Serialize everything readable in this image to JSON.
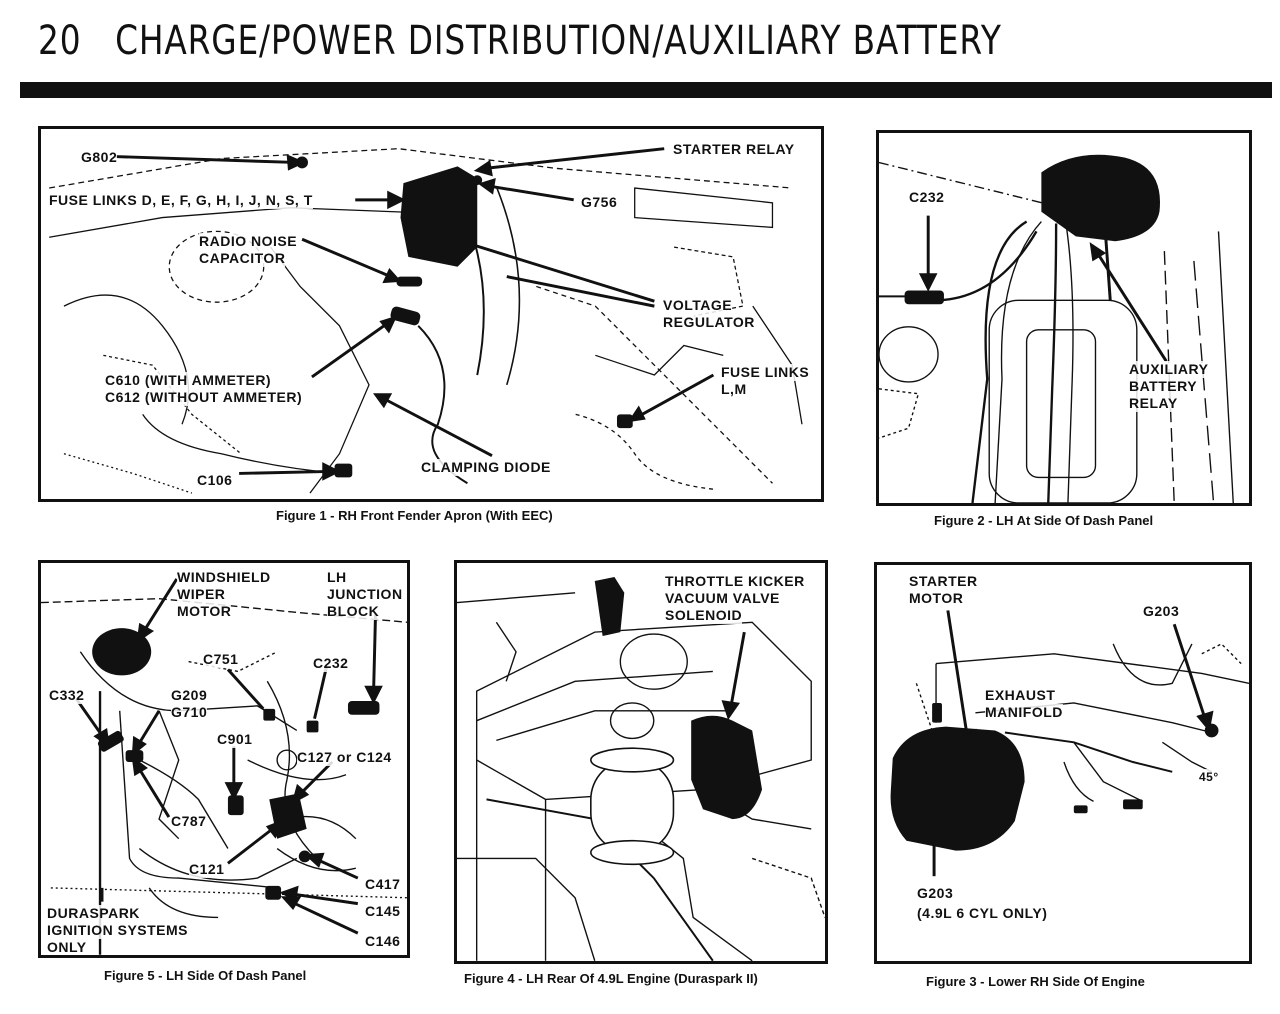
{
  "page": {
    "number": "20",
    "title": "CHARGE/POWER DISTRIBUTION/AUXILIARY BATTERY"
  },
  "figures": {
    "fig1": {
      "caption": "Figure 1 - RH Front Fender Apron (With EEC)",
      "labels": {
        "g802": "G802",
        "starter_relay": "STARTER RELAY",
        "fuse_links": "FUSE LINKS D, E, F, G, H, I, J, N, S, T",
        "g756": "G756",
        "radio_noise": "RADIO NOISE",
        "capacitor": "CAPACITOR",
        "voltage": "VOLTAGE",
        "regulator": "REGULATOR",
        "c610": "C610 (WITH AMMETER)",
        "c612": "C612 (WITHOUT AMMETER)",
        "fuse_links_lm_1": "FUSE LINKS",
        "fuse_links_lm_2": "L,M",
        "clamping_diode": "CLAMPING DIODE",
        "c106": "C106"
      }
    },
    "fig2": {
      "caption": "Figure 2 - LH At Side Of Dash Panel",
      "labels": {
        "c232": "C232",
        "aux_1": "AUXILIARY",
        "aux_2": "BATTERY",
        "aux_3": "RELAY"
      }
    },
    "fig5": {
      "caption": "Figure 5 - LH Side Of Dash Panel",
      "labels": {
        "wiper_1": "WINDSHIELD",
        "wiper_2": "WIPER",
        "wiper_3": "MOTOR",
        "lh_1": "LH",
        "lh_2": "JUNCTION",
        "lh_3": "BLOCK",
        "c751": "C751",
        "c232": "C232",
        "c332": "C332",
        "g209": "G209",
        "g710": "G710",
        "c901": "C901",
        "c127": "C127 or C124",
        "c787": "C787",
        "c121": "C121",
        "c417": "C417",
        "c145": "C145",
        "c146": "C146",
        "dura_1": "DURASPARK",
        "dura_2": "IGNITION SYSTEMS",
        "dura_3": "ONLY"
      }
    },
    "fig4": {
      "caption": "Figure 4 - LH Rear Of 4.9L Engine (Duraspark II)",
      "labels": {
        "tk_1": "THROTTLE KICKER",
        "tk_2": "VACUUM VALVE",
        "tk_3": "SOLENOID"
      }
    },
    "fig3": {
      "caption": "Figure 3 - Lower RH Side Of Engine",
      "labels": {
        "starter_1": "STARTER",
        "starter_2": "MOTOR",
        "g203_top": "G203",
        "exhaust_1": "EXHAUST",
        "exhaust_2": "MANIFOLD",
        "angle": "45°",
        "g203_bottom": "G203",
        "cyl": "(4.9L 6 CYL ONLY)"
      }
    }
  }
}
